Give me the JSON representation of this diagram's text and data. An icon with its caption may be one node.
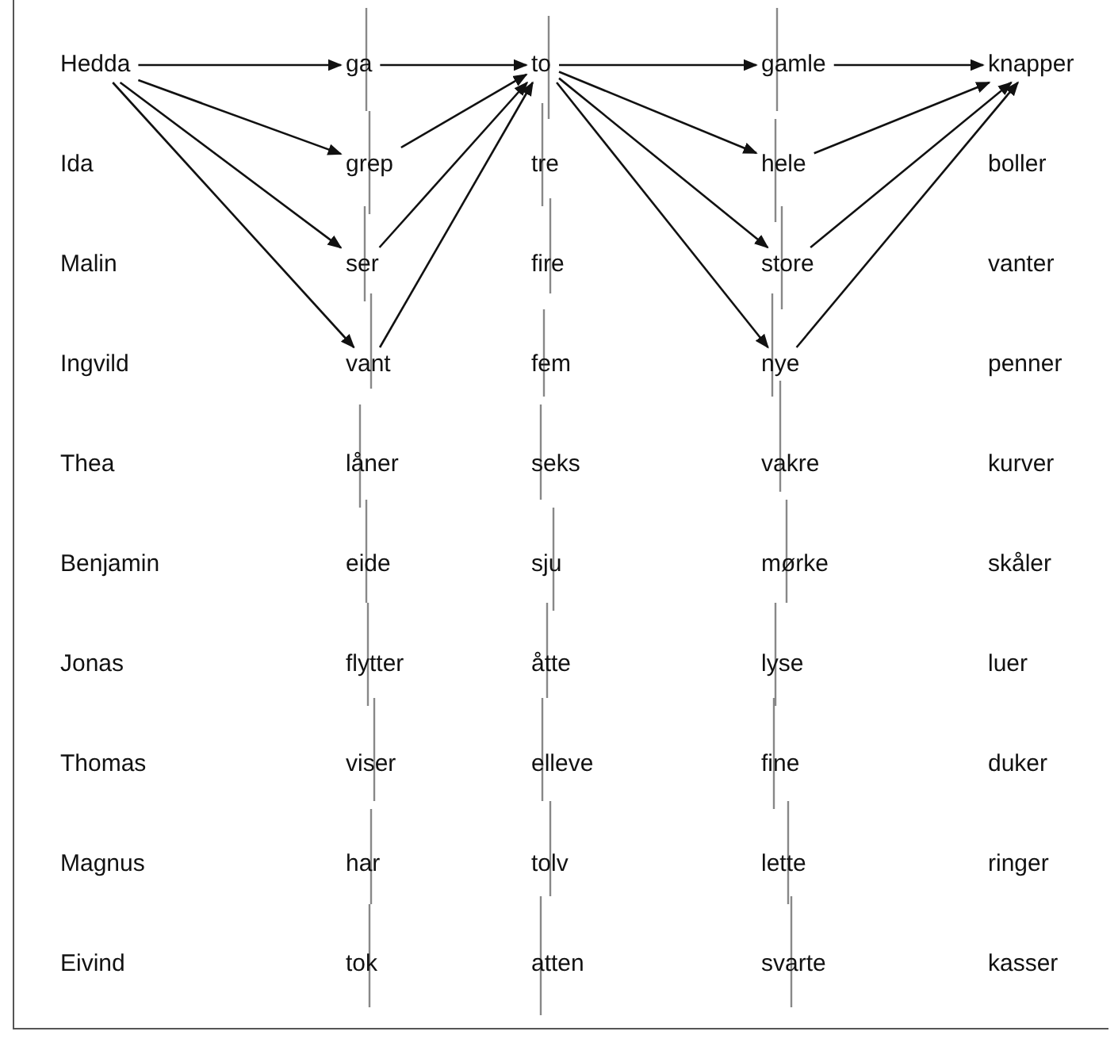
{
  "diagram": {
    "nodes": [
      {
        "text": [
          "Hedda"
        ]
      },
      {
        "text": [
          "ga"
        ]
      },
      {
        "text": [
          "to"
        ]
      },
      {
        "text": [
          "gamle"
        ]
      },
      {
        "text": [
          "knapper"
        ]
      },
      {
        "text": [
          "Ida"
        ]
      },
      {
        "text": [
          "grep"
        ]
      },
      {
        "text": [
          "tre"
        ]
      },
      {
        "text": [
          "hele"
        ]
      },
      {
        "text": [
          "boller"
        ]
      },
      {
        "text": [
          "Malin"
        ]
      },
      {
        "text": [
          "ser"
        ]
      },
      {
        "text": [
          "fire"
        ]
      },
      {
        "text": [
          "store"
        ]
      },
      {
        "text": [
          "vanter"
        ]
      },
      {
        "text": [
          "Ingvild"
        ]
      },
      {
        "text": [
          "vant"
        ]
      },
      {
        "text": [
          "fem"
        ]
      },
      {
        "text": [
          "nye"
        ]
      },
      {
        "text": [
          "penner"
        ]
      },
      {
        "text": [
          "Thea"
        ]
      },
      {
        "text": [
          "låner"
        ]
      },
      {
        "text": [
          "seks"
        ]
      },
      {
        "text": [
          "vakre"
        ]
      },
      {
        "text": [
          "kurver"
        ]
      },
      {
        "text": [
          "Benjamin"
        ]
      },
      {
        "text": [
          "eide"
        ]
      },
      {
        "text": [
          "sju"
        ]
      },
      {
        "text": [
          "mørke"
        ]
      },
      {
        "text": [
          "skåler"
        ]
      },
      {
        "text": [
          "Jonas"
        ]
      },
      {
        "text": [
          "flytter"
        ]
      },
      {
        "text": [
          "åtte"
        ]
      },
      {
        "text": [
          "lyse"
        ]
      },
      {
        "text": [
          "luer"
        ]
      },
      {
        "text": [
          "Thomas"
        ]
      },
      {
        "text": [
          "viser"
        ]
      },
      {
        "text": [
          "elleve"
        ]
      },
      {
        "text": [
          "fine"
        ]
      },
      {
        "text": [
          "duker"
        ]
      },
      {
        "text": [
          "Magnus"
        ]
      },
      {
        "text": [
          "har"
        ]
      },
      {
        "text": [
          "tolv"
        ]
      },
      {
        "text": [
          "lette"
        ]
      },
      {
        "text": [
          "ringer"
        ]
      },
      {
        "text": [
          "Eivind"
        ]
      },
      {
        "text": [
          "tok"
        ]
      },
      {
        "text": [
          "atten"
        ]
      },
      {
        "text": [
          "svarte"
        ]
      },
      {
        "text": [
          "kasser"
        ]
      }
    ],
    "edges": [
      {
        "from": 0,
        "to": 1,
        "arrow": "to"
      },
      {
        "from": 0,
        "to": 6,
        "arrow": "to"
      },
      {
        "from": 0,
        "to": 11,
        "arrow": "to"
      },
      {
        "from": 0,
        "to": 16,
        "arrow": "to"
      },
      {
        "from": 1,
        "to": 2,
        "arrow": "to"
      },
      {
        "from": 6,
        "to": 2,
        "arrow": "to"
      },
      {
        "from": 11,
        "to": 2,
        "arrow": "to"
      },
      {
        "from": 16,
        "to": 2,
        "arrow": "to"
      },
      {
        "from": 2,
        "to": 3,
        "arrow": "to"
      },
      {
        "from": 2,
        "to": 8,
        "arrow": "to"
      },
      {
        "from": 2,
        "to": 13,
        "arrow": "to"
      },
      {
        "from": 2,
        "to": 18,
        "arrow": "to"
      },
      {
        "from": 3,
        "to": 4,
        "arrow": "to"
      },
      {
        "from": 8,
        "to": 4,
        "arrow": "to"
      },
      {
        "from": 13,
        "to": 4,
        "arrow": "to"
      },
      {
        "from": 18,
        "to": 4,
        "arrow": "to"
      }
    ]
  }
}
